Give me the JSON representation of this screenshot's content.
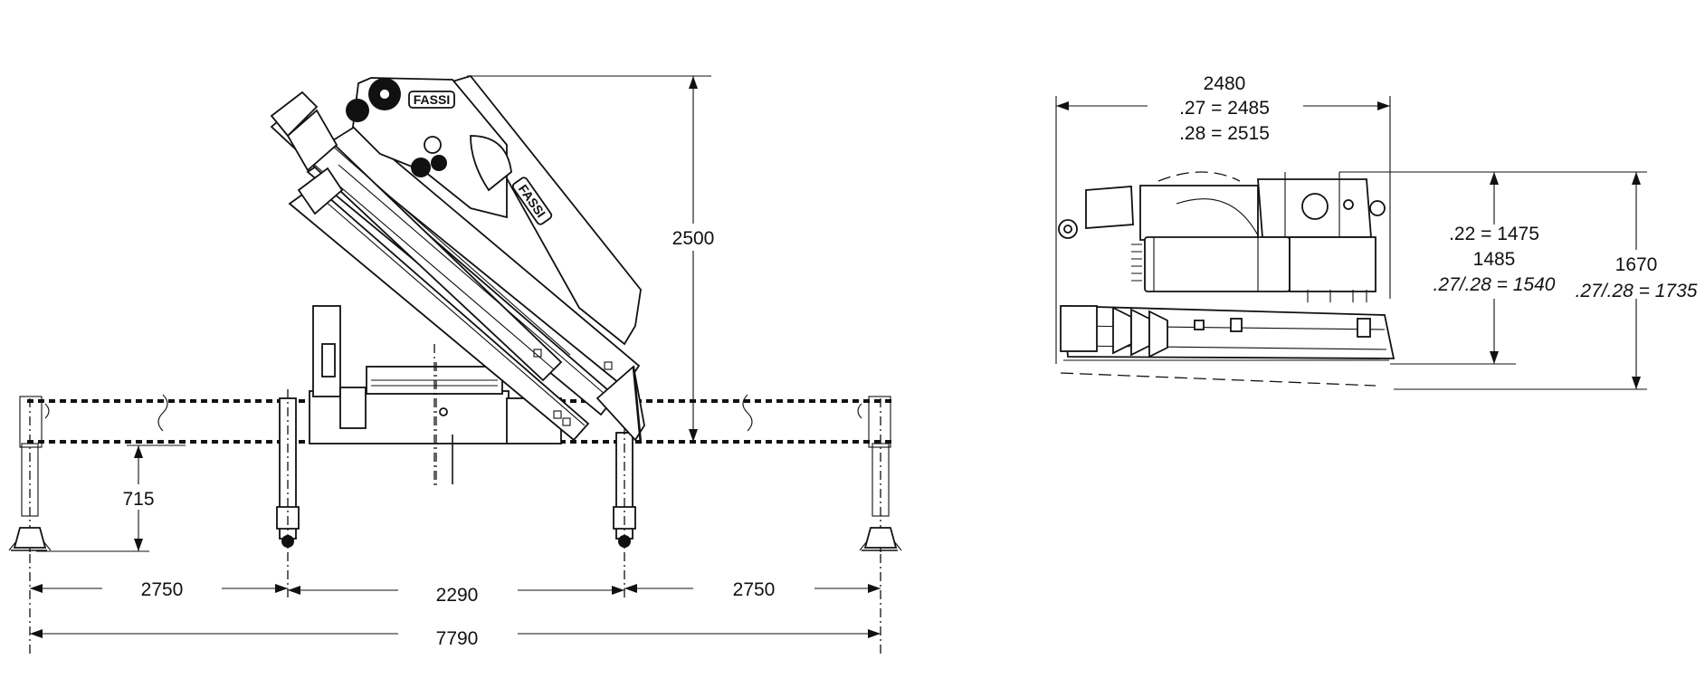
{
  "side_view": {
    "height_total": "2500",
    "outrigger_height": "715",
    "span_left": "2750",
    "span_middle": "2290",
    "span_right": "2750",
    "span_total": "7790"
  },
  "top_view": {
    "width_line1": "2480",
    "width_line2": ".27 = 2485",
    "width_line3": ".28 = 2515",
    "inner_line1": ".22 = 1475",
    "inner_line2": "1485",
    "inner_line3": ".27/.28 = 1540",
    "outer_line1": "1670",
    "outer_line2": ".27/.28 = 1735"
  },
  "brand": {
    "logo_text": "FASSI"
  }
}
